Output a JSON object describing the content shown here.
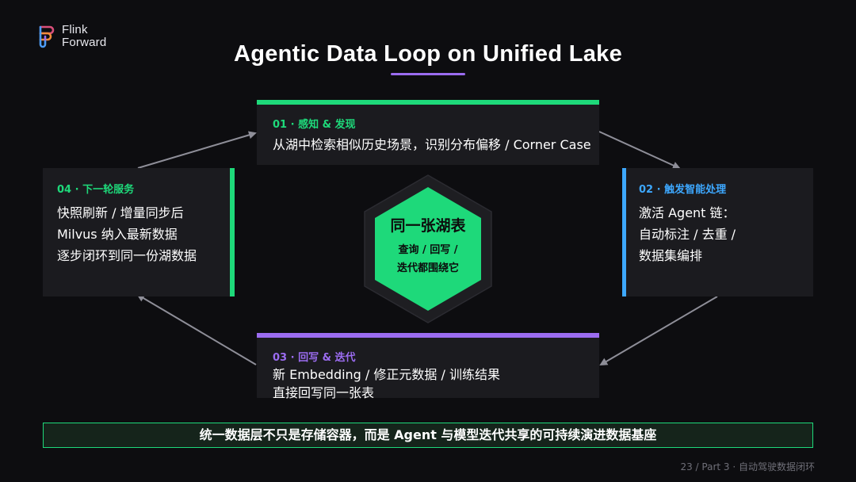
{
  "brand": {
    "line1": "Flink",
    "line2": "Forward",
    "colors": [
      "#d94f7a",
      "#f28a3c",
      "#4d9cf5",
      "#9b6cf0"
    ]
  },
  "title": "Agentic Data Loop on Unified Lake",
  "cards": [
    {
      "step": "01 · 感知 & 发现",
      "lines": [
        "从湖中检索相似历史场景，识别分布偏移 / Corner Case"
      ],
      "accent": "#1ed97a"
    },
    {
      "step": "02 · 触发智能处理",
      "lines": [
        "激活 Agent 链：",
        "自动标注 / 去重 /",
        "数据集编排"
      ],
      "accent": "#3da8ff"
    },
    {
      "step": "03 · 回写 & 迭代",
      "lines": [
        "新 Embedding / 修正元数据 / 训练结果",
        "直接回写同一张表"
      ],
      "accent": "#9b6cf0"
    },
    {
      "step": "04 · 下一轮服务",
      "lines": [
        "快照刷新 / 增量同步后",
        "Milvus 纳入最新数据",
        "逐步闭环到同一份湖数据"
      ],
      "accent": "#1ed97a"
    }
  ],
  "center": {
    "title": "同一张湖表",
    "lines": [
      "查询 / 回写 /",
      "迭代都围绕它"
    ],
    "color": "#1ed97a"
  },
  "banner": "统一数据层不只是存储容器，而是 Agent 与模型迭代共享的可持续演进数据基座",
  "footer": "23 / Part 3 · 自动驾驶数据闭环"
}
